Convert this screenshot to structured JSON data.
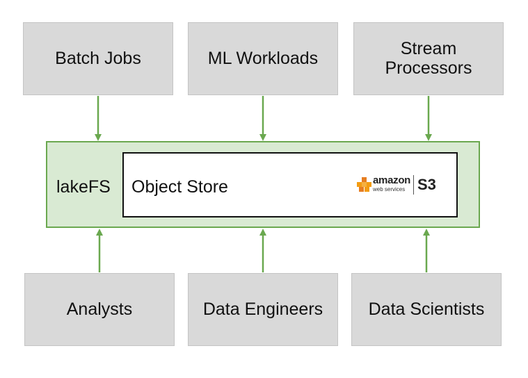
{
  "top_boxes": {
    "batch_jobs": "Batch Jobs",
    "ml_workloads": "ML Workloads",
    "stream_processors": "Stream Processors"
  },
  "middle": {
    "lakefs_label": "lakeFS",
    "object_store_label": "Object Store",
    "logo": {
      "brand": "amazon",
      "subtext": "web services",
      "product": "S3"
    }
  },
  "bottom_boxes": {
    "analysts": "Analysts",
    "data_engineers": "Data Engineers",
    "data_scientists": "Data Scientists"
  },
  "colors": {
    "box_fill": "#d9d9d9",
    "lakefs_fill": "#d9ead3",
    "lakefs_border": "#6aa84f",
    "arrow": "#6aa84f",
    "aws_orange": "#f39c12"
  }
}
